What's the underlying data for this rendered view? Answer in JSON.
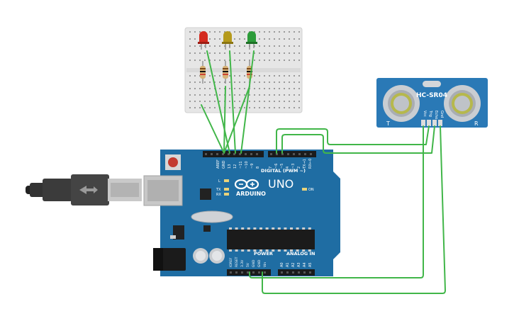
{
  "arduino": {
    "brand": "ARDUINO",
    "model": "UNO",
    "digital_label": "DIGITAL (PWM ~)",
    "power_label": "POWER",
    "analog_label": "ANALOG IN",
    "aref": "AREF",
    "gnd": "GND",
    "digital_pins": [
      "13",
      "12",
      "~11",
      "~10",
      "~9",
      "8",
      "7",
      "~6",
      "~5",
      "4",
      "~3",
      "2",
      "TX→1",
      "RX←0"
    ],
    "power_pins": [
      "IOREF",
      "RESET",
      "3.3V",
      "5V",
      "GND",
      "GND",
      "Vin"
    ],
    "analog_pins": [
      "A0",
      "A1",
      "A2",
      "A3",
      "A4",
      "A5"
    ],
    "led_l": "L",
    "led_tx": "TX",
    "led_rx": "RX",
    "led_on": "ON"
  },
  "sensor": {
    "name": "HC-SR04",
    "pins": [
      "Vcc",
      "Trig",
      "Echo",
      "Gnd"
    ],
    "left_mark": "T",
    "right_mark": "R"
  },
  "leds": [
    {
      "color": "red",
      "hex": "#d42a1f"
    },
    {
      "color": "yellow",
      "hex": "#b59a1c"
    },
    {
      "color": "green",
      "hex": "#2c9c3a"
    }
  ],
  "colors": {
    "board": "#1f6da3",
    "wire": "#41b649",
    "breadboard": "#e8e8e8",
    "sensor": "#2a79b6"
  }
}
